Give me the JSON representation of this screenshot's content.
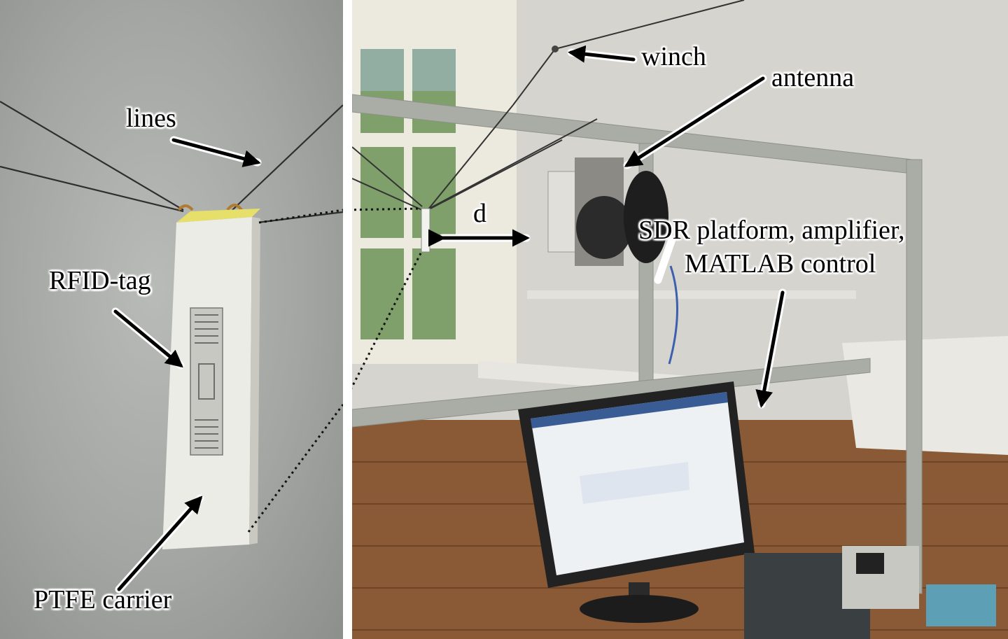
{
  "labels": {
    "lines": "lines",
    "rfid_tag": "RFID-tag",
    "ptfe_carrier": "PTFE carrier",
    "winch": "winch",
    "antenna": "antenna",
    "distance": "d",
    "sdr_line1": "SDR platform, amplifier,",
    "sdr_line2": "MATLAB control"
  },
  "colors": {
    "background_left": "#a4a6a3",
    "wall": "#d4d2cc",
    "floor": "#8a5a36",
    "frame": "#a9aca4",
    "tag_body": "#e9e9e3",
    "label_text": "#000000"
  }
}
